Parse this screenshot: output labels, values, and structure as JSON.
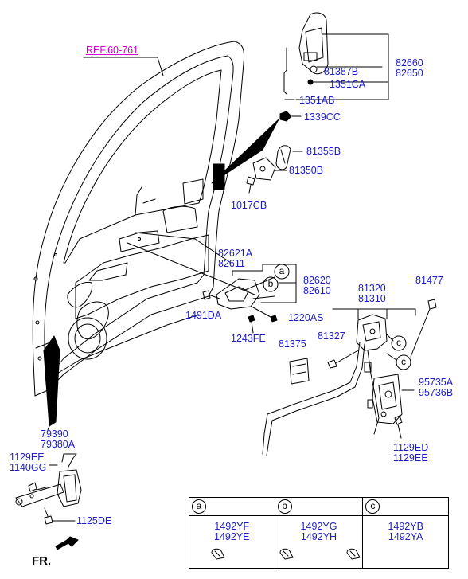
{
  "diagram": {
    "ref_label": "REF.60-761",
    "orientation_label": "FR.",
    "parts": {
      "p82660_82650": [
        "82660",
        "82650"
      ],
      "p81387B": "81387B",
      "p1351CA": "1351CA",
      "p1351AB": "1351AB",
      "p1339CC": "1339CC",
      "p81355B": "81355B",
      "p81350B": "81350B",
      "p1017CB": "1017CB",
      "p82621A_82611": [
        "82621A",
        "82611"
      ],
      "p82620_82610": [
        "82620",
        "82610"
      ],
      "p1491DA": "1491DA",
      "p1220AS": "1220AS",
      "p1243FE": "1243FE",
      "p81320_81310": [
        "81320",
        "81310"
      ],
      "p81477": "81477",
      "p81327": "81327",
      "p81375": "81375",
      "p95735A_95736B": [
        "95735A",
        "95736B"
      ],
      "p1129ED_1129EE": [
        "1129ED",
        "1129EE"
      ],
      "p79390_79380A": [
        "79390",
        "79380A"
      ],
      "p1129EE_1140GG": [
        "1129EE",
        "1140GG"
      ],
      "p1125DE": "1125DE"
    },
    "callouts": {
      "a": "a",
      "b": "b",
      "c": "c"
    }
  },
  "legend": {
    "columns": [
      {
        "key": "a",
        "parts": [
          "1492YF",
          "1492YE"
        ]
      },
      {
        "key": "b",
        "parts": [
          "1492YG",
          "1492YH"
        ]
      },
      {
        "key": "c",
        "parts": [
          "1492YB",
          "1492YA"
        ]
      }
    ]
  }
}
